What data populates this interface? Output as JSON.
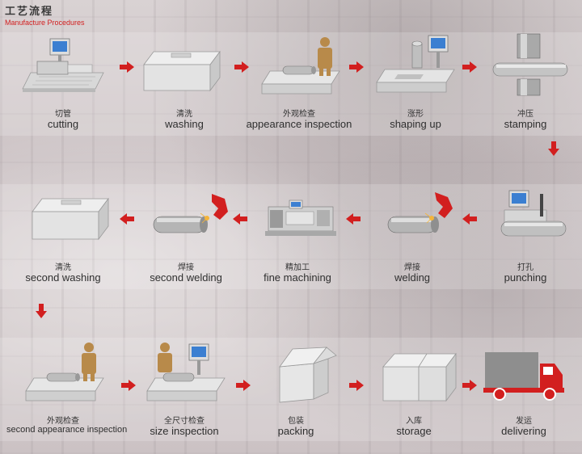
{
  "header": {
    "title_cn": "工艺流程",
    "title_en": "Manufacture Procedures"
  },
  "colors": {
    "accent_red": "#d21f1f",
    "box_gray": "#e6e6e6",
    "worker_tan": "#b88a4a"
  },
  "steps": [
    {
      "cn": "切管",
      "en": "cutting"
    },
    {
      "cn": "清洗",
      "en": "washing"
    },
    {
      "cn": "外观检查",
      "en": "appearance inspection"
    },
    {
      "cn": "涨形",
      "en": "shaping up"
    },
    {
      "cn": "冲压",
      "en": "stamping"
    },
    {
      "cn": "打孔",
      "en": "punching"
    },
    {
      "cn": "焊接",
      "en": "welding"
    },
    {
      "cn": "精加工",
      "en": "fine machining"
    },
    {
      "cn": "焊接",
      "en": "second welding"
    },
    {
      "cn": "清洗",
      "en": "second washing"
    },
    {
      "cn": "外观检查",
      "en": "second appearance inspection"
    },
    {
      "cn": "全尺寸检查",
      "en": "size inspection"
    },
    {
      "cn": "包装",
      "en": "packing"
    },
    {
      "cn": "入库",
      "en": "storage"
    },
    {
      "cn": "发运",
      "en": "delivering"
    }
  ]
}
